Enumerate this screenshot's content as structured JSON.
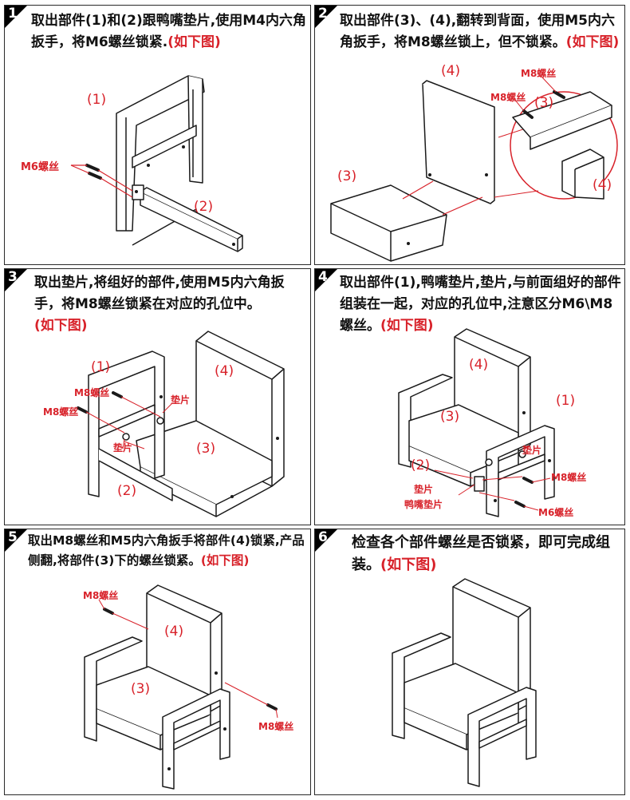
{
  "steps": [
    {
      "num": "1",
      "text": "取出部件(1)和(2)跟鸭嘴垫片,使用M4内六角扳手，将M6螺丝锁紧.",
      "suffix": "(如下图)",
      "labels": {
        "part1": "(1)",
        "part2": "(2)",
        "screw": "M6螺丝"
      }
    },
    {
      "num": "2",
      "text": "取出部件(3)、(4),翻转到背面，使用M5内六角扳手，将M8螺丝锁上，但不锁紧。",
      "suffix": "(如下图)",
      "labels": {
        "part4": "(4)",
        "part3": "(3)",
        "screw_a": "M8螺丝",
        "screw_b": "M8螺丝",
        "zoom3": "(3)",
        "zoom4": "(4)"
      }
    },
    {
      "num": "3",
      "text": "取出垫片,将组好的部件,使用M5内六角扳手，将M8螺丝锁紧在对应的孔位中。",
      "suffix": "(如下图)",
      "labels": {
        "part1": "(1)",
        "part4": "(4)",
        "part3": "(3)",
        "part2": "(2)",
        "screw_a": "M8螺丝",
        "screw_b": "M8螺丝",
        "pad_a": "垫片",
        "pad_b": "垫片"
      }
    },
    {
      "num": "4",
      "text": "取出部件(1),鸭嘴垫片,垫片,与前面组好的部件组装在一起，对应的孔位中,注意区分M6\\M8螺丝。",
      "suffix": "(如下图)",
      "labels": {
        "part4": "(4)",
        "part3": "(3)",
        "part1": "(1)",
        "part2": "(2)",
        "pad_a": "垫片",
        "pad_b": "垫片",
        "duck": "鸭嘴垫片",
        "m8": "M8螺丝",
        "m6": "M6螺丝"
      }
    },
    {
      "num": "5",
      "text": "取出M8螺丝和M5内六角扳手将部件(4)锁紧,产品侧翻,将部件(3)下的螺丝锁紧。",
      "suffix": "(如下图)",
      "labels": {
        "part4": "(4)",
        "part3": "(3)",
        "screw_a": "M8螺丝",
        "screw_b": "M8螺丝"
      }
    },
    {
      "num": "6",
      "text": "检查各个部件螺丝是否锁紧，即可完成组装。",
      "suffix": "(如下图)",
      "labels": {}
    }
  ],
  "colors": {
    "accent": "#d8222a",
    "ink": "#1a1a1a",
    "seat": "#ffffff"
  }
}
